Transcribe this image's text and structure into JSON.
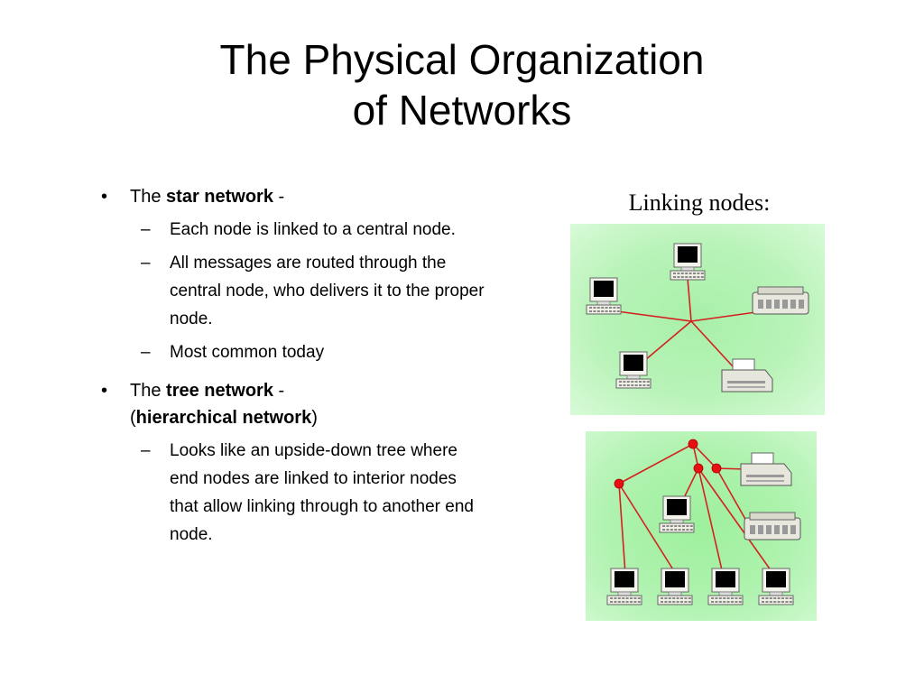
{
  "slide": {
    "title_line1": "The Physical Organization",
    "title_line2": "of Networks",
    "caption": "Linking nodes:"
  },
  "bullets": [
    {
      "prefix": "The ",
      "bold": "star network",
      "suffix": " -",
      "subs": [
        "Each node is linked to a central node.",
        "All messages are routed through the central node, who delivers it to the proper node.",
        "Most common today"
      ]
    },
    {
      "prefix": "The ",
      "bold": "tree network",
      "suffix": " -",
      "line2_open": "(",
      "line2_bold": "hierarchical network",
      "line2_close": ")",
      "subs": [
        "Looks like an upside-down tree where end nodes are linked to interior nodes that allow linking through to another end node."
      ]
    }
  ],
  "colors": {
    "link": "#d42020",
    "node_fill": "#e81010",
    "box_bg": "#b0f2b0"
  },
  "icons": {
    "bullet": "•",
    "dash": "–"
  }
}
